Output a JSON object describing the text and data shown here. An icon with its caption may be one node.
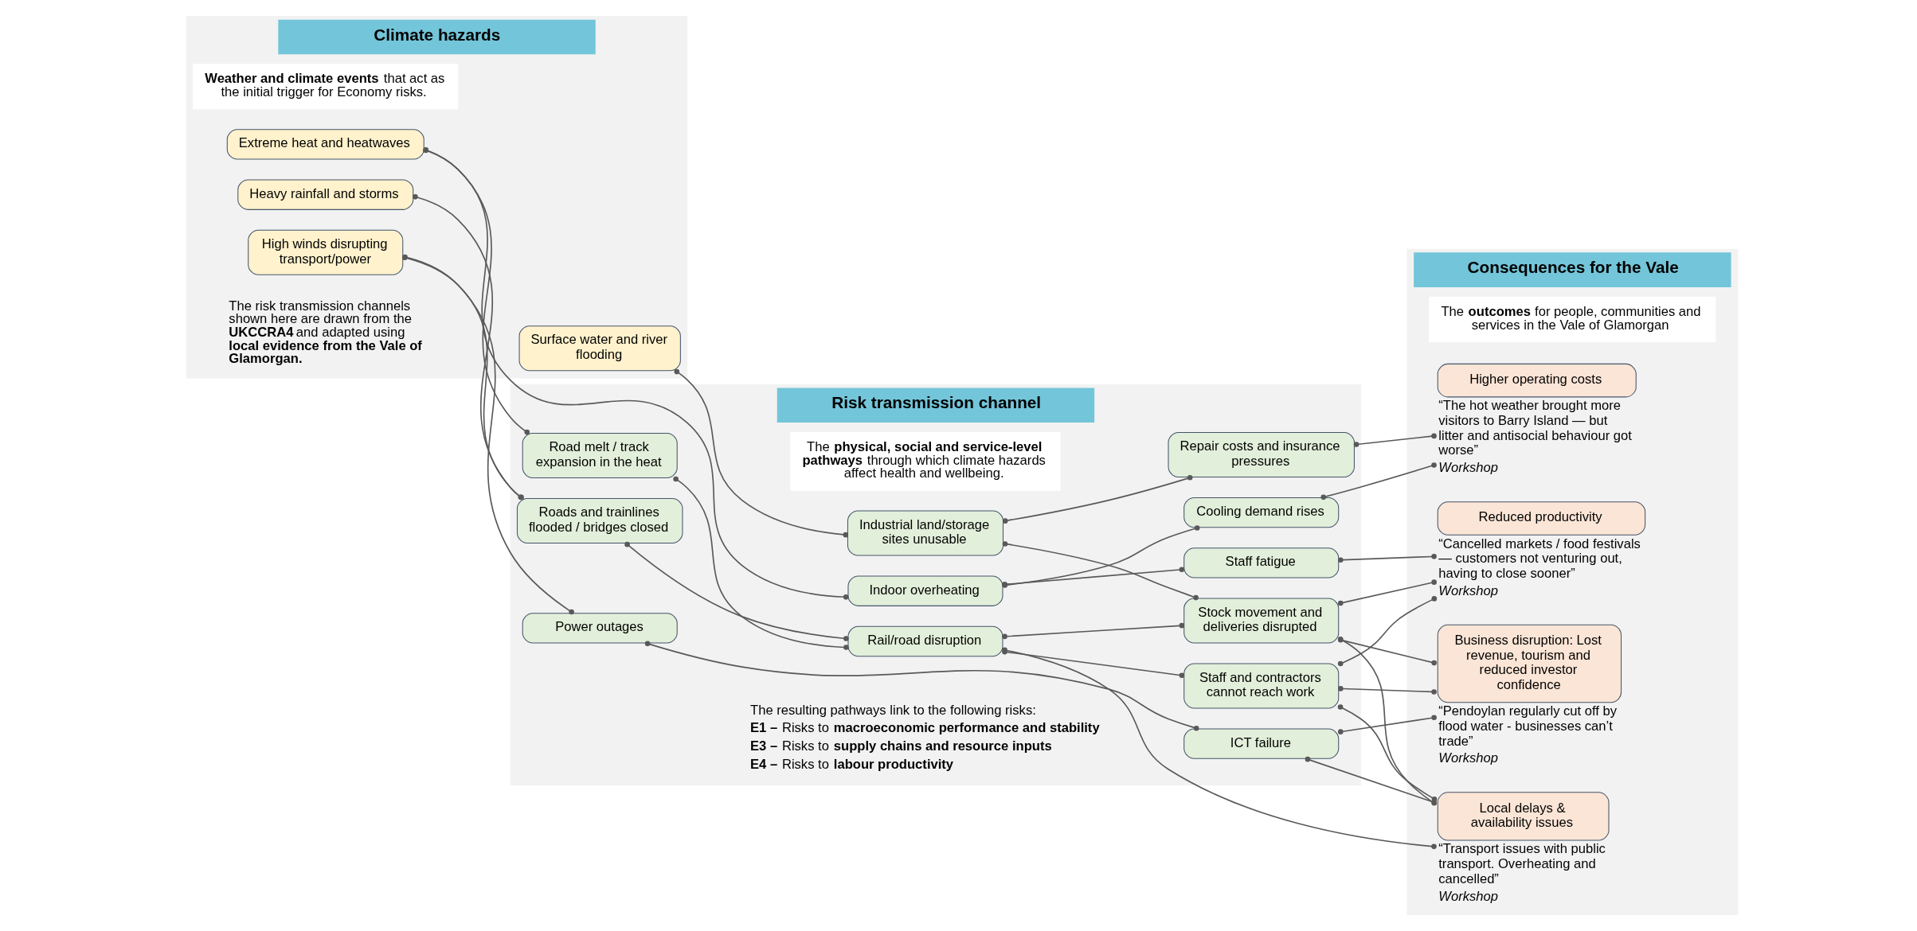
{
  "diagram": {
    "nodes": [
      {
        "text": [
          "Climate hazards"
        ]
      },
      {
        "text": [
          "**Weather and climate events** that act as the initial trigger for Economy risks."
        ],
        "in": 0
      },
      {
        "text": [
          "Extreme heat and heatwaves"
        ],
        "in": 0
      },
      {
        "text": [
          "Surface water and river flooding"
        ],
        "in": 0
      },
      {
        "text": [
          "Heavy rainfall and storms"
        ],
        "in": 0
      },
      {
        "text": [
          "High winds disrupting transport/power"
        ],
        "in": 0
      },
      {
        "text": [
          "Risk transmission channel"
        ]
      },
      {
        "text": [
          "The **physical, social and service-level pathways** through which climate hazards affect health and wellbeing."
        ],
        "in": 6
      },
      {
        "text": [
          "Indoor overheating"
        ],
        "in": 6
      },
      {
        "text": [
          "Industrial land/storage sites unusable"
        ],
        "in": 6
      },
      {
        "text": [
          "Road melt / track expansion in the heat"
        ],
        "in": 6
      },
      {
        "text": [
          "Roads and trainlines flooded / bridges closed"
        ],
        "in": 6
      },
      {
        "text": [
          "Power outages"
        ],
        "in": 6
      },
      {
        "text": [
          "Staff fatigue"
        ],
        "in": 6
      },
      {
        "text": [
          "Cooling demand rises"
        ],
        "in": 6
      },
      {
        "text": [
          "Stock movement and deliveries disrupted"
        ],
        "in": 6
      },
      {
        "text": [
          "Rail/road disruption"
        ],
        "in": 6
      },
      {
        "text": [
          "ICT failure"
        ],
        "in": 6
      },
      {
        "text": [
          "Repair costs and insurance pressures"
        ],
        "in": 6
      },
      {
        "text": [
          "Staff and contractors cannot reach work"
        ],
        "in": 6
      },
      {
        "text": [
          "Consequences for the Vale"
        ]
      },
      {
        "text": [
          "The **outcomes** for people, communities and services in the Vale of Glamorgan"
        ],
        "in": 20
      },
      {
        "text": [
          "Reduced productivity"
        ],
        "in": 20,
        "beside": [
          "“Cancelled markets / food festivals — customers not venturing out, having to close sooner”",
          "Workshop"
        ]
      },
      {
        "text": [
          "Higher operating costs"
        ],
        "in": 20,
        "beside": [
          "“The hot weather brought more visitors to Barry Island — but litter and antisocial behaviour got worse”",
          "Workshop"
        ]
      },
      {
        "text": [
          "Local delays & availability issues"
        ],
        "in": 20,
        "beside": [
          "“Transport issues with public transport. Overheating and cancelled”",
          "Workshop"
        ]
      },
      {
        "text": [
          "Business disruption: Lost revenue, tourism and reduced investor confidence"
        ],
        "in": 20,
        "beside": [
          "“Pendoylan regularly cut off by flood water - businesses can’t trade”",
          "Workshop"
        ]
      }
    ],
    "edges": [
      {
        "from": 2,
        "to": 8,
        "arrow": "other"
      },
      {
        "from": 2,
        "to": 10,
        "arrow": "other"
      },
      {
        "from": 3,
        "to": 9,
        "arrow": "other"
      },
      {
        "from": 4,
        "to": 11,
        "arrow": "other"
      },
      {
        "from": 5,
        "to": 11,
        "arrow": "other"
      },
      {
        "from": 5,
        "to": 12,
        "arrow": "other"
      },
      {
        "from": 8,
        "to": 13,
        "arrow": "other"
      },
      {
        "from": 8,
        "to": 14,
        "arrow": "other"
      },
      {
        "from": 9,
        "to": 18,
        "arrow": "other"
      },
      {
        "from": 9,
        "to": 15,
        "arrow": "other"
      },
      {
        "from": 10,
        "to": 16,
        "arrow": "other"
      },
      {
        "from": 11,
        "to": 16,
        "arrow": "other"
      },
      {
        "from": 12,
        "to": 17,
        "arrow": "other"
      },
      {
        "from": 16,
        "to": 15,
        "arrow": "other"
      },
      {
        "from": 16,
        "to": 19,
        "arrow": "other"
      },
      {
        "from": 13,
        "to": 22,
        "arrow": "other"
      },
      {
        "from": 14,
        "to": 23,
        "arrow": "other"
      },
      {
        "from": 15,
        "to": 22,
        "arrow": "other"
      },
      {
        "from": 15,
        "to": 24,
        "arrow": "other"
      },
      {
        "from": 15,
        "to": 25,
        "arrow": "other"
      },
      {
        "from": 18,
        "to": 23,
        "arrow": "other"
      },
      {
        "from": 16,
        "to": 24,
        "arrow": "other"
      },
      {
        "from": 19,
        "to": 22,
        "arrow": "other"
      },
      {
        "from": 19,
        "to": 24,
        "arrow": "other"
      },
      {
        "from": 19,
        "to": 25,
        "arrow": "other"
      },
      {
        "from": 17,
        "to": 24,
        "arrow": "other"
      },
      {
        "from": 17,
        "to": 25,
        "arrow": "other"
      }
    ],
    "labels": [
      "The risk transmission channels shown here are drawn from the **UKCCRA4** and adapted using **local evidence from the Vale of Glamorgan.**",
      "The resulting pathways link to the following risks:",
      "**E1 –** Risks to **macroeconomic performance and stability**",
      "**E3 –** Risks to **supply chains and resource inputs**",
      "**E4 –** Risks to **labour productivity**"
    ]
  }
}
